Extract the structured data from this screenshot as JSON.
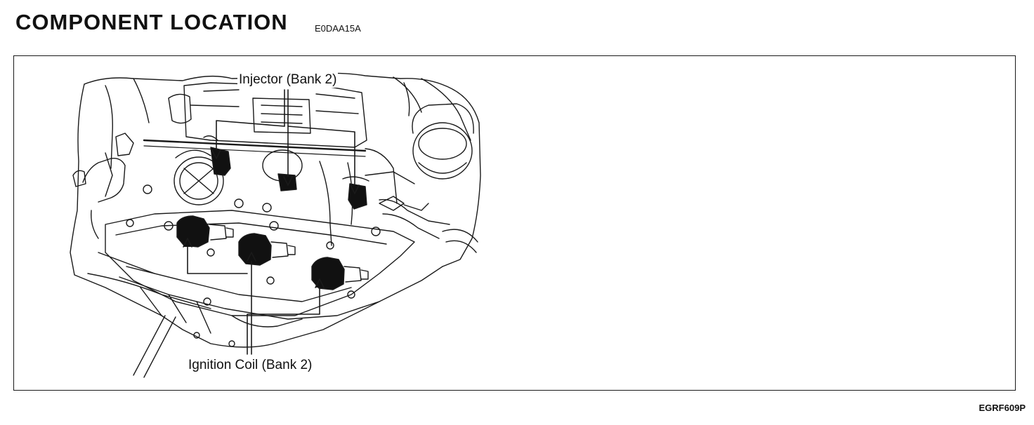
{
  "header": {
    "title": "COMPONENT  LOCATION",
    "code": "E0DAA15A"
  },
  "figure": {
    "labels": {
      "injector": "Injector (Bank 2)",
      "ignition_coil": "Ignition Coil (Bank 2)"
    },
    "figure_code": "EGRF609P"
  }
}
